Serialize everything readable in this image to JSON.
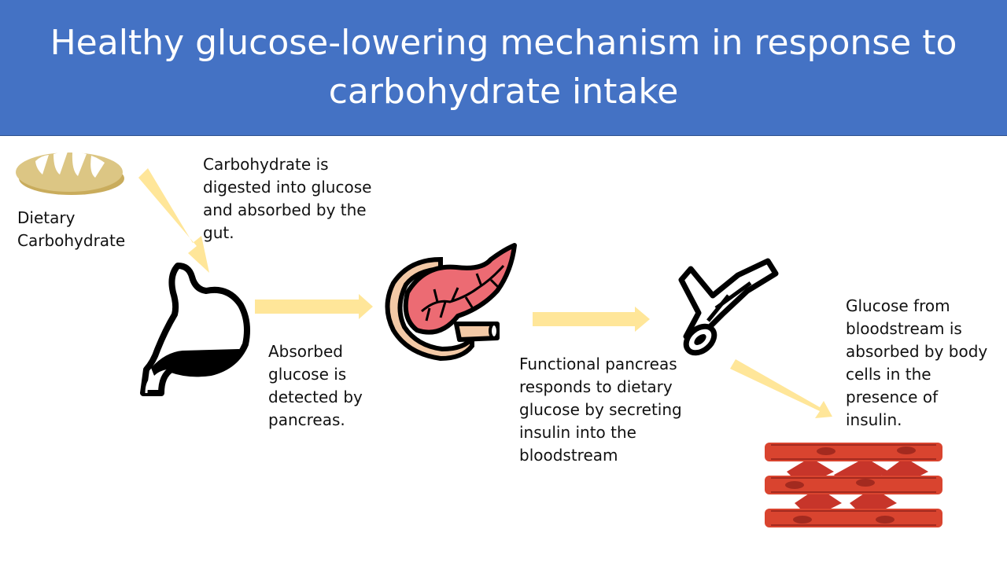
{
  "title": "Healthy glucose-lowering mechanism in response to carbohydrate intake",
  "labels": {
    "dietary": "Dietary Carbohydrate",
    "digested": "Carbohydrate is digested into glucose and absorbed by the gut.",
    "detected": "Absorbed glucose is detected by pancreas.",
    "secreting": "Functional pancreas responds to dietary glucose by secreting insulin into the bloodstream",
    "absorbed": "Glucose from bloodstream is absorbed by body cells in the presence of insulin."
  },
  "icons": [
    "bread-icon",
    "stomach-icon",
    "pancreas-icon",
    "blood-vessel-icon",
    "muscle-cells-icon"
  ],
  "colors": {
    "title_bar": "#4472c4",
    "arrow": "#ffe699",
    "bread": "#d9c27c",
    "pancreas": "#e8606a",
    "muscle": "#d9442f"
  }
}
